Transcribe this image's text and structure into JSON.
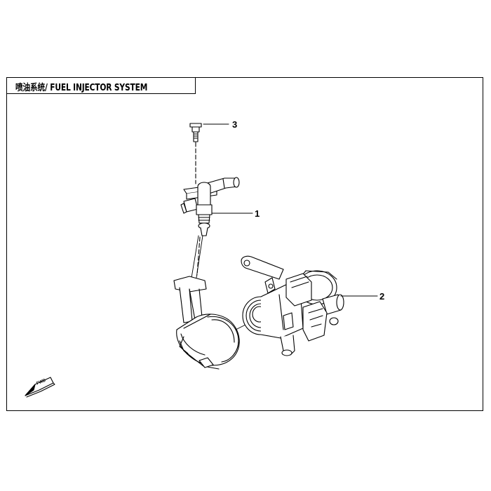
{
  "title": {
    "text": "喷油系统/ FUEL INJECTOR SYSTEM"
  },
  "callouts": [
    {
      "id": "1",
      "label": "1"
    },
    {
      "id": "2",
      "label": "2"
    },
    {
      "id": "3",
      "label": "3"
    }
  ],
  "fwd_marker": {
    "label": "FWD"
  },
  "colors": {
    "line": "#000000",
    "background": "#ffffff"
  }
}
